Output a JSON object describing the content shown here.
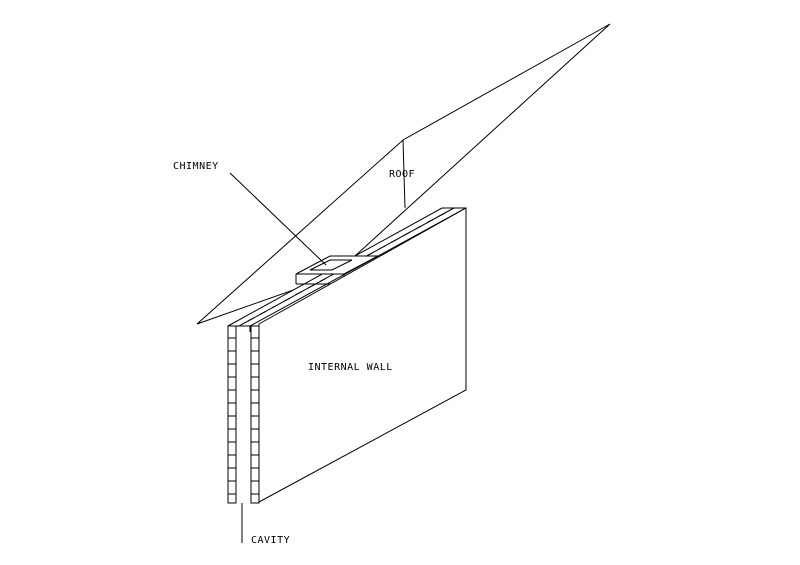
{
  "labels": {
    "chimney": "CHIMNEY",
    "roof": "ROOF",
    "internal_wall": "INTERNAL WALL",
    "cavity": "CAVITY"
  },
  "colors": {
    "line": "#000000",
    "background": "#ffffff"
  }
}
